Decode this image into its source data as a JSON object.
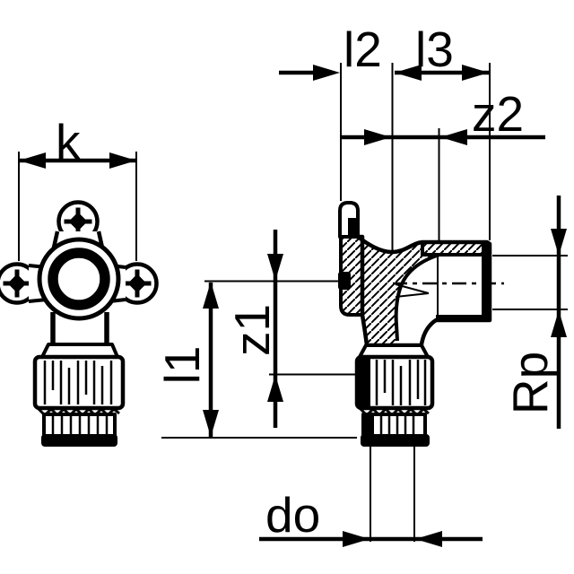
{
  "colors": {
    "background": "#ffffff",
    "ink": "#000000"
  },
  "dimensions": {
    "k": {
      "label": "k"
    },
    "l2": {
      "label": "l2"
    },
    "l3": {
      "label": "l3"
    },
    "z2": {
      "label": "z2"
    },
    "z1": {
      "label": "z1"
    },
    "l1": {
      "label": "l1"
    },
    "rp": {
      "label": "Rp"
    },
    "do": {
      "label": "do"
    }
  }
}
